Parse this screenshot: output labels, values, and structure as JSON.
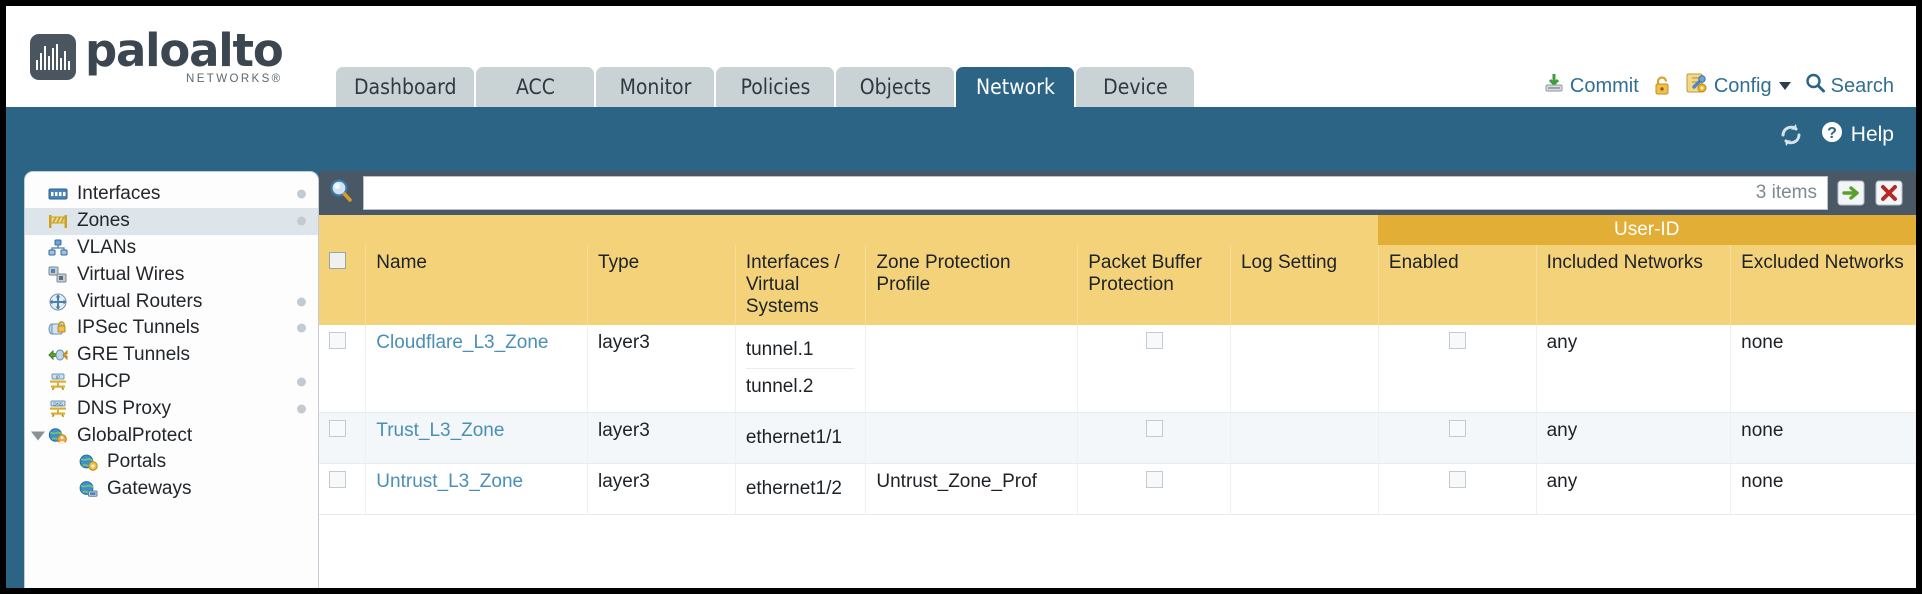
{
  "brand": {
    "name": "paloalto",
    "tagline": "NETWORKS",
    "registered": "®"
  },
  "nav_tabs": [
    {
      "label": "Dashboard",
      "active": false
    },
    {
      "label": "ACC",
      "active": false
    },
    {
      "label": "Monitor",
      "active": false
    },
    {
      "label": "Policies",
      "active": false
    },
    {
      "label": "Objects",
      "active": false
    },
    {
      "label": "Network",
      "active": true
    },
    {
      "label": "Device",
      "active": false
    }
  ],
  "header_actions": {
    "commit": "Commit",
    "lock_icon": "padlock-icon",
    "config": "Config",
    "search": "Search"
  },
  "subbar": {
    "refresh_icon": "refresh-icon",
    "help": "Help"
  },
  "sidebar": {
    "items": [
      {
        "label": "Interfaces",
        "icon": "interfaces-icon",
        "selected": false,
        "dot": true,
        "child": false,
        "caret": false
      },
      {
        "label": "Zones",
        "icon": "zones-icon",
        "selected": true,
        "dot": true,
        "child": false,
        "caret": false
      },
      {
        "label": "VLANs",
        "icon": "vlans-icon",
        "selected": false,
        "dot": false,
        "child": false,
        "caret": false
      },
      {
        "label": "Virtual Wires",
        "icon": "virtual-wires-icon",
        "selected": false,
        "dot": false,
        "child": false,
        "caret": false
      },
      {
        "label": "Virtual Routers",
        "icon": "virtual-routers-icon",
        "selected": false,
        "dot": true,
        "child": false,
        "caret": false
      },
      {
        "label": "IPSec Tunnels",
        "icon": "ipsec-tunnels-icon",
        "selected": false,
        "dot": true,
        "child": false,
        "caret": false
      },
      {
        "label": "GRE Tunnels",
        "icon": "gre-tunnels-icon",
        "selected": false,
        "dot": false,
        "child": false,
        "caret": false
      },
      {
        "label": "DHCP",
        "icon": "dhcp-icon",
        "selected": false,
        "dot": true,
        "child": false,
        "caret": false
      },
      {
        "label": "DNS Proxy",
        "icon": "dns-proxy-icon",
        "selected": false,
        "dot": true,
        "child": false,
        "caret": false
      },
      {
        "label": "GlobalProtect",
        "icon": "globalprotect-icon",
        "selected": false,
        "dot": false,
        "child": false,
        "caret": true
      },
      {
        "label": "Portals",
        "icon": "portals-icon",
        "selected": false,
        "dot": false,
        "child": true,
        "caret": false
      },
      {
        "label": "Gateways",
        "icon": "gateways-icon",
        "selected": false,
        "dot": false,
        "child": true,
        "caret": false
      }
    ]
  },
  "search": {
    "icon": "search-magnifier-icon",
    "value": "",
    "placeholder": "",
    "items_count": "3 items",
    "apply_icon": "green-arrow-icon",
    "clear_icon": "red-x-icon"
  },
  "table": {
    "group_header": {
      "label": "User-ID",
      "span": 3
    },
    "columns": [
      "Name",
      "Type",
      "Interfaces / Virtual Systems",
      "Zone Protection Profile",
      "Packet Buffer Protection",
      "Log Setting",
      "Enabled",
      "Included Networks",
      "Excluded Networks"
    ],
    "rows": [
      {
        "selected": false,
        "name": "Cloudflare_L3_Zone",
        "type": "layer3",
        "interfaces": [
          "tunnel.1",
          "tunnel.2"
        ],
        "zone_protection_profile": "",
        "packet_buffer_protection": false,
        "log_setting": "",
        "userid_enabled": false,
        "included_networks": "any",
        "excluded_networks": "none"
      },
      {
        "selected": false,
        "name": "Trust_L3_Zone",
        "type": "layer3",
        "interfaces": [
          "ethernet1/1"
        ],
        "zone_protection_profile": "",
        "packet_buffer_protection": false,
        "log_setting": "",
        "userid_enabled": false,
        "included_networks": "any",
        "excluded_networks": "none"
      },
      {
        "selected": false,
        "name": "Untrust_L3_Zone",
        "type": "layer3",
        "interfaces": [
          "ethernet1/2"
        ],
        "zone_protection_profile": "Untrust_Zone_Prof",
        "packet_buffer_protection": false,
        "log_setting": "",
        "userid_enabled": false,
        "included_networks": "any",
        "excluded_networks": "none"
      }
    ]
  },
  "colors": {
    "brand_blue": "#2b6485",
    "panel_dark": "#4a5866",
    "header_gold": "#f4d27a",
    "group_gold": "#e3ae36",
    "link_blue": "#4a8fb5"
  }
}
